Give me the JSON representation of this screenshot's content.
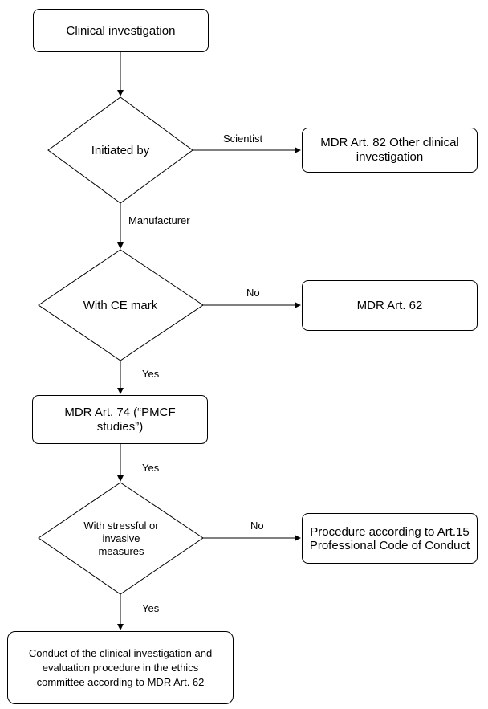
{
  "nodes": {
    "clinical_investigation": "Clinical investigation",
    "initiated_by": "Initiated by",
    "mdr_art_82": "MDR Art. 82 Other clinical investigation",
    "with_ce_mark": "With CE mark",
    "mdr_art_62": "MDR Art. 62",
    "mdr_art_74": "MDR Art. 74 (“PMCF studies”)",
    "with_stressful": "With stressful or invasive measures",
    "procedure_art_15": "Procedure according to Art.15 Professional Code of Conduct",
    "conduct": "Conduct of the clinical investigation and evaluation  procedure in the ethics committee according to MDR Art. 62"
  },
  "edges": {
    "scientist": "Scientist",
    "manufacturer": "Manufacturer",
    "no_ce": "No",
    "yes_ce": "Yes",
    "yes_pmcf": "Yes",
    "no_stressful": "No",
    "yes_stressful": "Yes"
  }
}
